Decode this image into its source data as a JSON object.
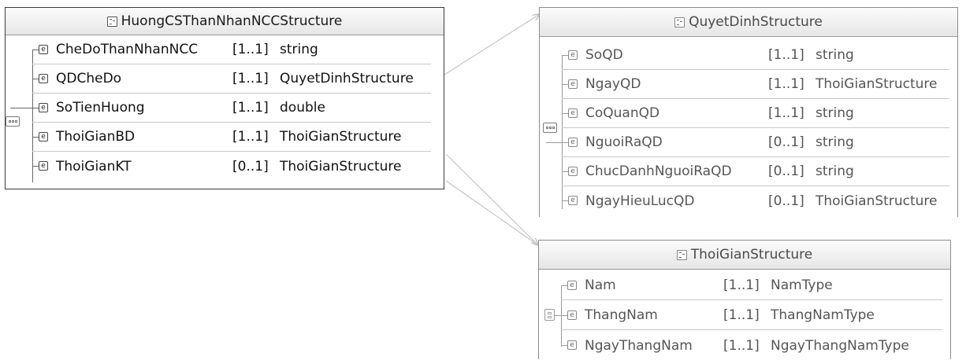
{
  "diagram": {
    "structures": [
      {
        "id": "huong",
        "title": "HuongCSThanNhanNCCStructure",
        "compositor": "sequence",
        "elements": [
          {
            "name": "CheDoThanNhanNCC",
            "cardinality": "[1..1]",
            "type": "string"
          },
          {
            "name": "QDCheDo",
            "cardinality": "[1..1]",
            "type": "QuyetDinhStructure"
          },
          {
            "name": "SoTienHuong",
            "cardinality": "[1..1]",
            "type": "double"
          },
          {
            "name": "ThoiGianBD",
            "cardinality": "[1..1]",
            "type": "ThoiGianStructure"
          },
          {
            "name": "ThoiGianKT",
            "cardinality": "[0..1]",
            "type": "ThoiGianStructure"
          }
        ]
      },
      {
        "id": "quyetdinh",
        "title": "QuyetDinhStructure",
        "compositor": "sequence",
        "elements": [
          {
            "name": "SoQD",
            "cardinality": "[1..1]",
            "type": "string"
          },
          {
            "name": "NgayQD",
            "cardinality": "[1..1]",
            "type": "ThoiGianStructure"
          },
          {
            "name": "CoQuanQD",
            "cardinality": "[1..1]",
            "type": "string"
          },
          {
            "name": "NguoiRaQD",
            "cardinality": "[0..1]",
            "type": "string"
          },
          {
            "name": "ChucDanhNguoiRaQD",
            "cardinality": "[0..1]",
            "type": "string"
          },
          {
            "name": "NgayHieuLucQD",
            "cardinality": "[0..1]",
            "type": "ThoiGianStructure"
          }
        ]
      },
      {
        "id": "thoigian",
        "title": "ThoiGianStructure",
        "compositor": "choice",
        "elements": [
          {
            "name": "Nam",
            "cardinality": "[1..1]",
            "type": "NamType"
          },
          {
            "name": "ThangNam",
            "cardinality": "[1..1]",
            "type": "ThangNamType"
          },
          {
            "name": "NgayThangNam",
            "cardinality": "[1..1]",
            "type": "NgayThangNamType"
          }
        ]
      }
    ],
    "element_icon_glyph": "e",
    "connections": [
      {
        "from": "huong.QDCheDo",
        "to": "quyetdinh"
      },
      {
        "from": "huong.ThoiGianBD",
        "to": "thoigian"
      },
      {
        "from": "huong.ThoiGianKT",
        "to": "thoigian"
      }
    ]
  }
}
